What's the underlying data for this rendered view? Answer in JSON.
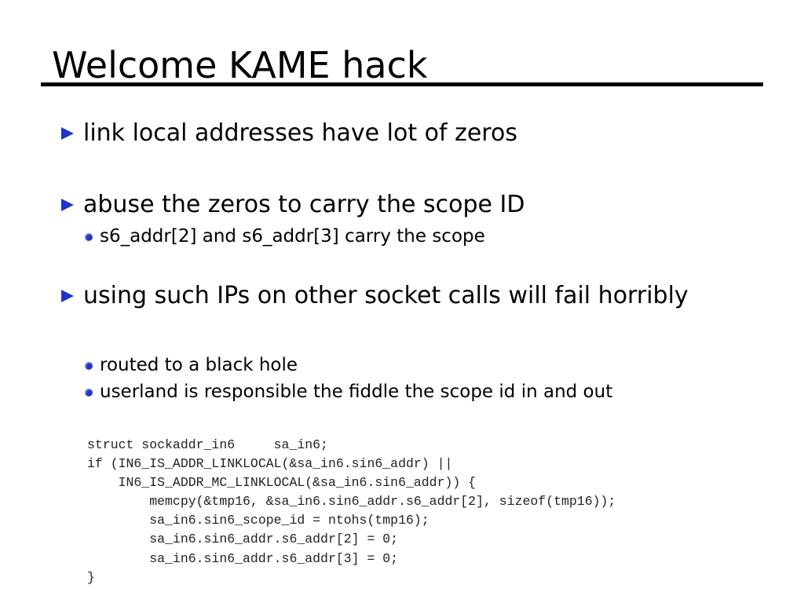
{
  "slide": {
    "title": "Welcome KAME hack",
    "accent_color": "#1f33c9",
    "bullets": [
      {
        "text": "link local addresses have lot of zeros",
        "subs": []
      },
      {
        "text": "abuse the zeros to carry the scope ID",
        "subs": [
          "s6_addr[2] and s6_addr[3] carry the scope"
        ]
      },
      {
        "text": "using such IPs on other socket calls will fail horribly",
        "subs": [
          "routed to a black hole",
          "userland is responsible the fiddle the scope id in and out"
        ]
      }
    ],
    "code_lines": [
      "struct sockaddr_in6     sa_in6;",
      "if (IN6_IS_ADDR_LINKLOCAL(&sa_in6.sin6_addr) ||",
      "    IN6_IS_ADDR_MC_LINKLOCAL(&sa_in6.sin6_addr)) {",
      "        memcpy(&tmp16, &sa_in6.sin6_addr.s6_addr[2], sizeof(tmp16));",
      "        sa_in6.sin6_scope_id = ntohs(tmp16);",
      "        sa_in6.sin6_addr.s6_addr[2] = 0;",
      "        sa_in6.sin6_addr.s6_addr[3] = 0;",
      "}"
    ]
  }
}
